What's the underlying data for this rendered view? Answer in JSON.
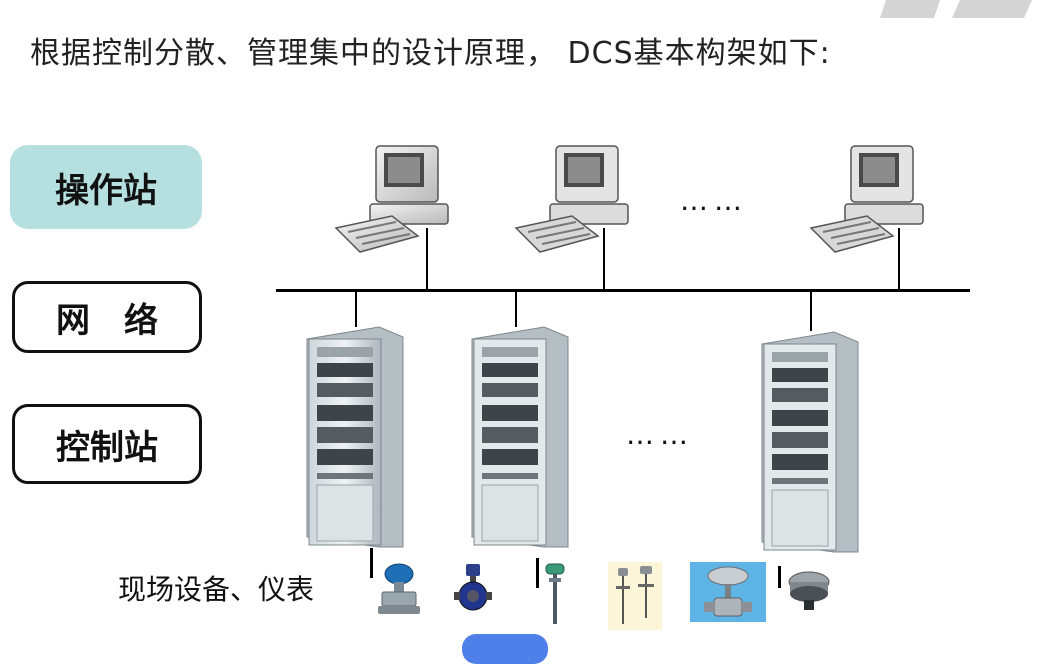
{
  "intro_text": "根据控制分散、管理集中的设计原理， DCS基本构架如下:",
  "layers": {
    "operator_station": "操作站",
    "network": "网　络",
    "control_station": "控制站"
  },
  "field_devices_label": "现场设备、仪表",
  "ellipsis_top": "……",
  "ellipsis_middle": "……",
  "colors": {
    "operator_label_bg": "#b6dfe0",
    "bottom_pill": "#4f7fe8"
  }
}
